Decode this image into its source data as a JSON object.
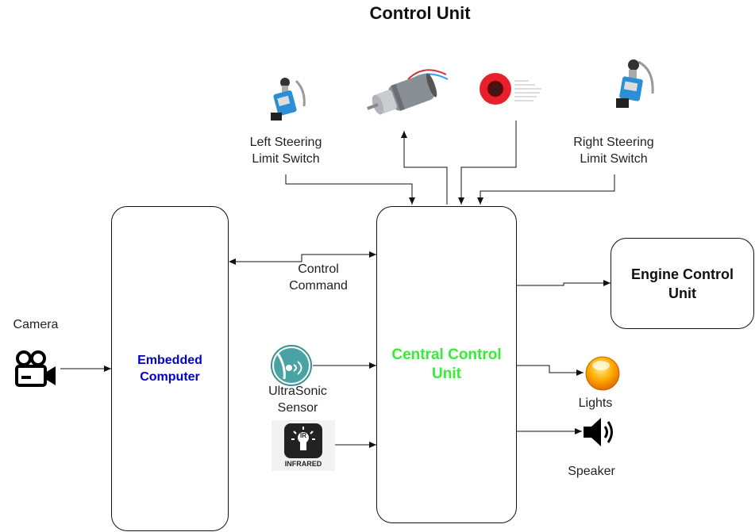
{
  "title": "Control Unit",
  "boxes": {
    "embedded": "Embedded Computer",
    "central": "Central Control Unit",
    "engine": "Engine Control Unit"
  },
  "labels": {
    "left_switch": "Left Steering\nLimit Switch",
    "right_switch": "Right  Steering\nLimit Switch",
    "control_command": "Control\nCommand",
    "camera": "Camera",
    "ultrasonic": "UltraSonic\nSensor",
    "lights": "Lights",
    "speaker": "Speaker",
    "infrared": "INFRARED",
    "ir": "IR"
  },
  "colors": {
    "embedded_text": "#0000cc",
    "central_text": "#33ee33",
    "engine_text": "#111111",
    "motor_red": "#e8202a",
    "switch_blue": "#2a8fd6",
    "light_orange": "#ff9900",
    "ultrasonic_teal": "#3a8f8f"
  },
  "icons": [
    "camera-icon",
    "limit-switch-icon",
    "motor-icon",
    "encoder-icon",
    "ultrasonic-icon",
    "infrared-icon",
    "light-bulb-icon",
    "speaker-icon"
  ]
}
